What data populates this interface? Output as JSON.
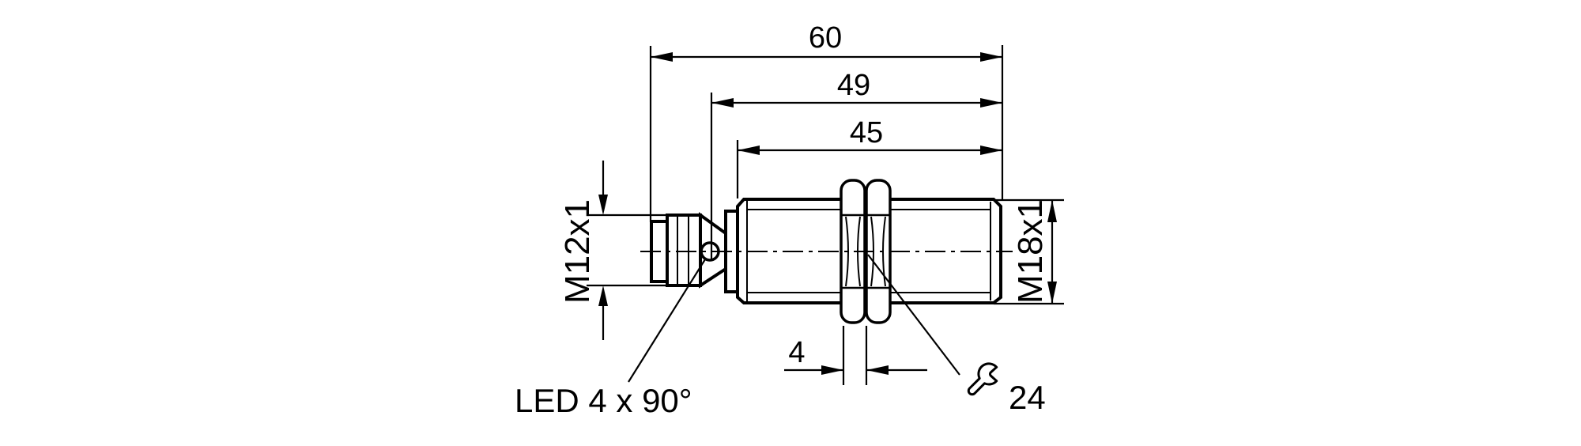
{
  "drawing": {
    "type": "technical-dimension-drawing",
    "subject": "cylindrical inductive proximity sensor, side view",
    "background_color": "#ffffff",
    "line_color": "#000000",
    "labels": {
      "dim_total_length": "60",
      "dim_to_led": "49",
      "dim_thread_length": "45",
      "dim_nut_width": "4",
      "connector_thread": "M12x1",
      "housing_thread": "M18x1",
      "led_note": "LED 4 x 90°",
      "wrench_size": "24"
    }
  }
}
